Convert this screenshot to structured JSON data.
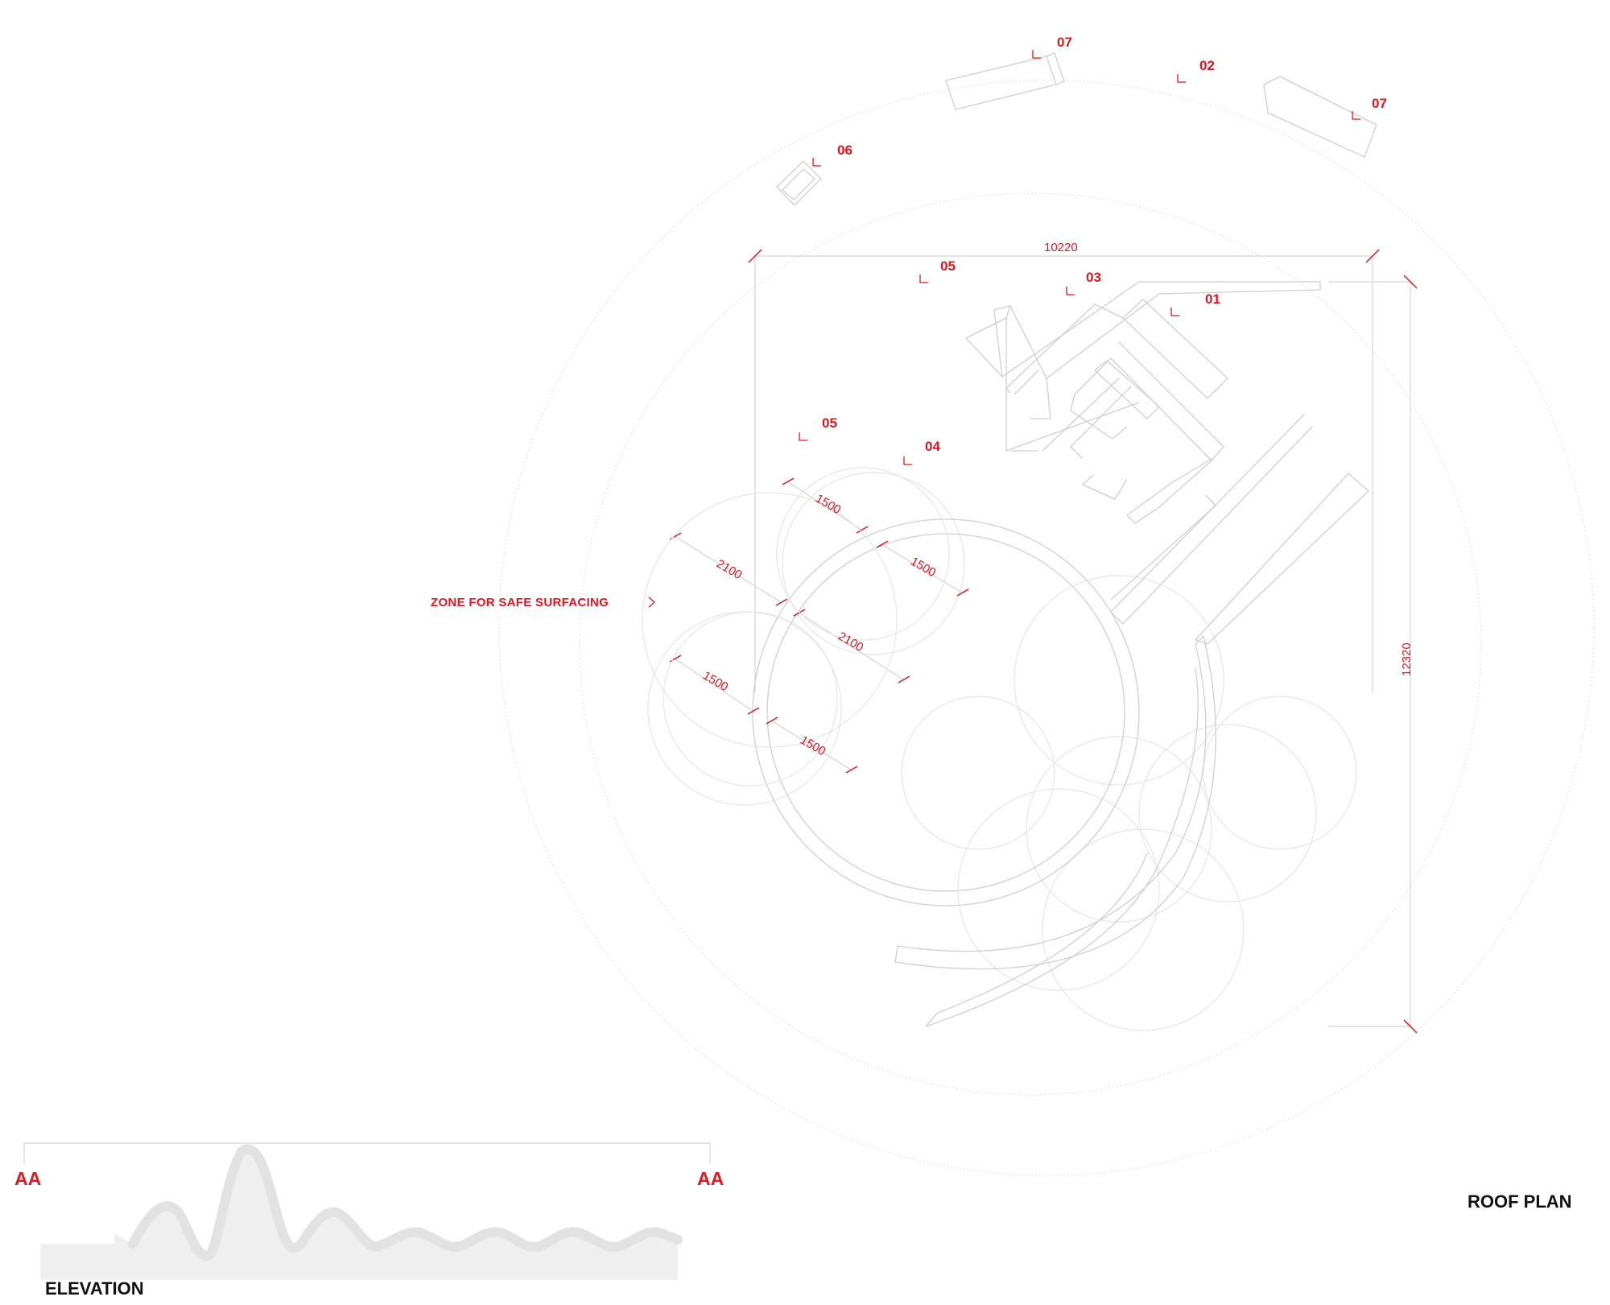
{
  "markers": {
    "m07a": "07",
    "m02": "02",
    "m07b": "07",
    "m06": "06",
    "m05a": "05",
    "m03": "03",
    "m01": "01",
    "m05b": "05",
    "m04": "04"
  },
  "dimensions": {
    "width": "10220",
    "height": "12320",
    "d1": "1500",
    "d2": "1500",
    "d3": "2100",
    "d4": "2100",
    "d5": "1500",
    "d6": "1500"
  },
  "zone_label": "ZONE FOR SAFE SURFACING",
  "section": {
    "left_tag": "AA",
    "right_tag": "AA"
  },
  "titles": {
    "elevation": "ELEVATION",
    "roof_plan": "ROOF PLAN"
  }
}
